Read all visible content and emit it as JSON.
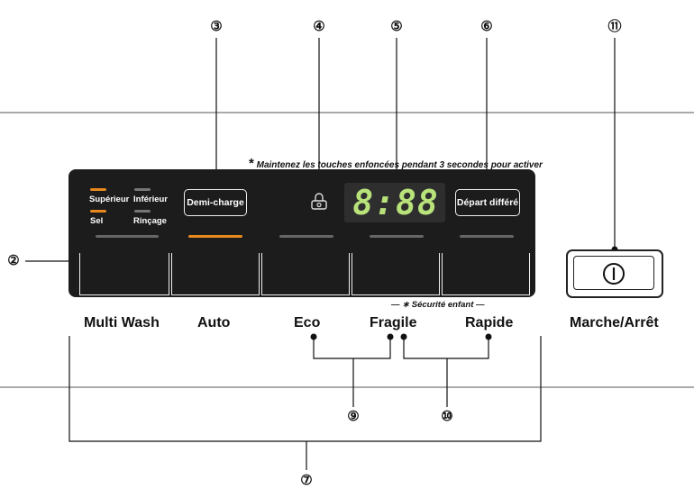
{
  "callouts": {
    "c3": "③",
    "c4": "④",
    "c5": "⑤",
    "c6": "⑥",
    "c11": "⑪",
    "c2": "②",
    "c9": "⑨",
    "c10": "⑩",
    "c7": "⑦"
  },
  "panel": {
    "indicators": {
      "superieur": "Supérieur",
      "inferieur": "Inférieur",
      "sel": "Sel",
      "rincage": "Rinçage"
    },
    "half_load_button": "Demi-charge",
    "delay_start_button": "Départ différé",
    "display_value": "8:88",
    "hold_note": "Maintenez les touches enfoncées pendant 3 secondes pour activer",
    "hold_note_star": "*",
    "child_lock_note": "— ∗ Sécurité enfant —"
  },
  "programs": {
    "multiwash": "Multi Wash",
    "auto": "Auto",
    "eco": "Eco",
    "fragile": "Fragile",
    "rapide": "Rapide"
  },
  "power": {
    "label": "Marche/Arrêt",
    "icon": "power-icon"
  },
  "colors": {
    "panel_bg": "#1c1c1c",
    "active_led": "#e8891e",
    "inactive_led": "#777777",
    "display_digits": "#b8e27a",
    "display_bg": "#2e2e2e"
  }
}
